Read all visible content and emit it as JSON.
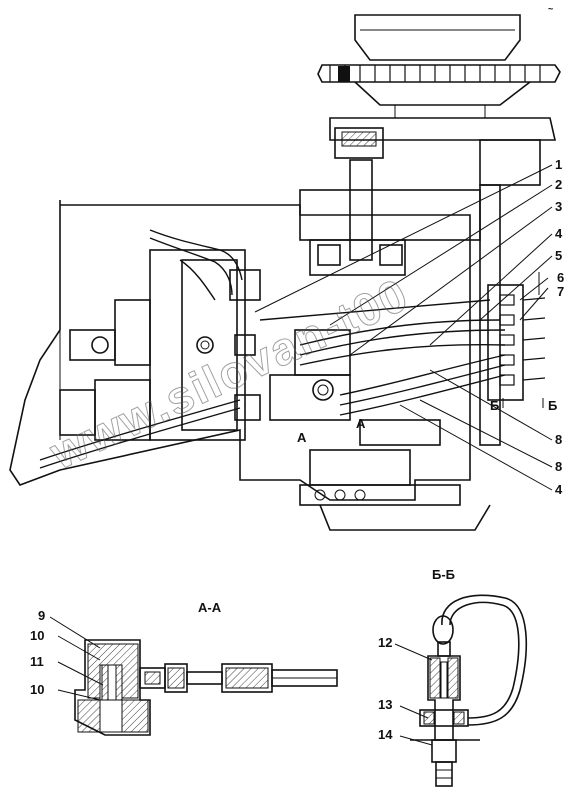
{
  "watermark": "www.silovan-t00",
  "callouts": {
    "n1": "1",
    "n2": "2",
    "n3": "3",
    "n4a": "4",
    "n5": "5",
    "n6": "6",
    "n7": "7",
    "n8a": "8",
    "n8b": "8",
    "n4b": "4"
  },
  "markers": {
    "a_left": "А",
    "a_right": "А",
    "b_left": "Б",
    "b_right": "Б"
  },
  "section_aa": {
    "title": "А-А",
    "labels": {
      "n9": "9",
      "n10a": "10",
      "n11": "11",
      "n10b": "10"
    }
  },
  "section_bb": {
    "title": "Б-Б",
    "labels": {
      "n12": "12",
      "n13": "13",
      "n14": "14"
    }
  },
  "corner_mark": "~"
}
